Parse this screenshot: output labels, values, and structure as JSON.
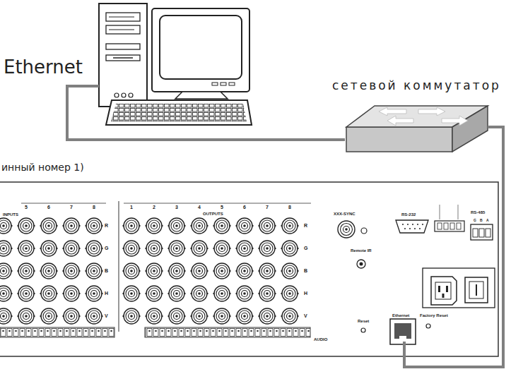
{
  "diagram": {
    "nodes": [
      {
        "text": [
          "Ethernet"
        ]
      },
      {
        "text": [
          "сетевой коммутатор"
        ]
      },
      {
        "text": [
          "инный номер 1)"
        ]
      }
    ],
    "edges": [
      {
        "from": 0,
        "to": 1,
        "arrow": "none"
      },
      {
        "from": 1,
        "to": 2,
        "arrow": "none"
      }
    ],
    "labels": [
      "INPUTS",
      "5",
      "6",
      "7",
      "8",
      "1",
      "2",
      "3",
      "4",
      "5",
      "6",
      "7",
      "8",
      "OUTPUTS",
      "R",
      "G",
      "B",
      "H",
      "V",
      "R",
      "G",
      "B",
      "H",
      "V",
      "XXX-SYNC",
      "RS-232",
      "RS-485",
      "G",
      "B",
      "A",
      "Remote IR",
      "Ethernet",
      "Reset",
      "Factory Reset",
      "AUDIO"
    ]
  }
}
